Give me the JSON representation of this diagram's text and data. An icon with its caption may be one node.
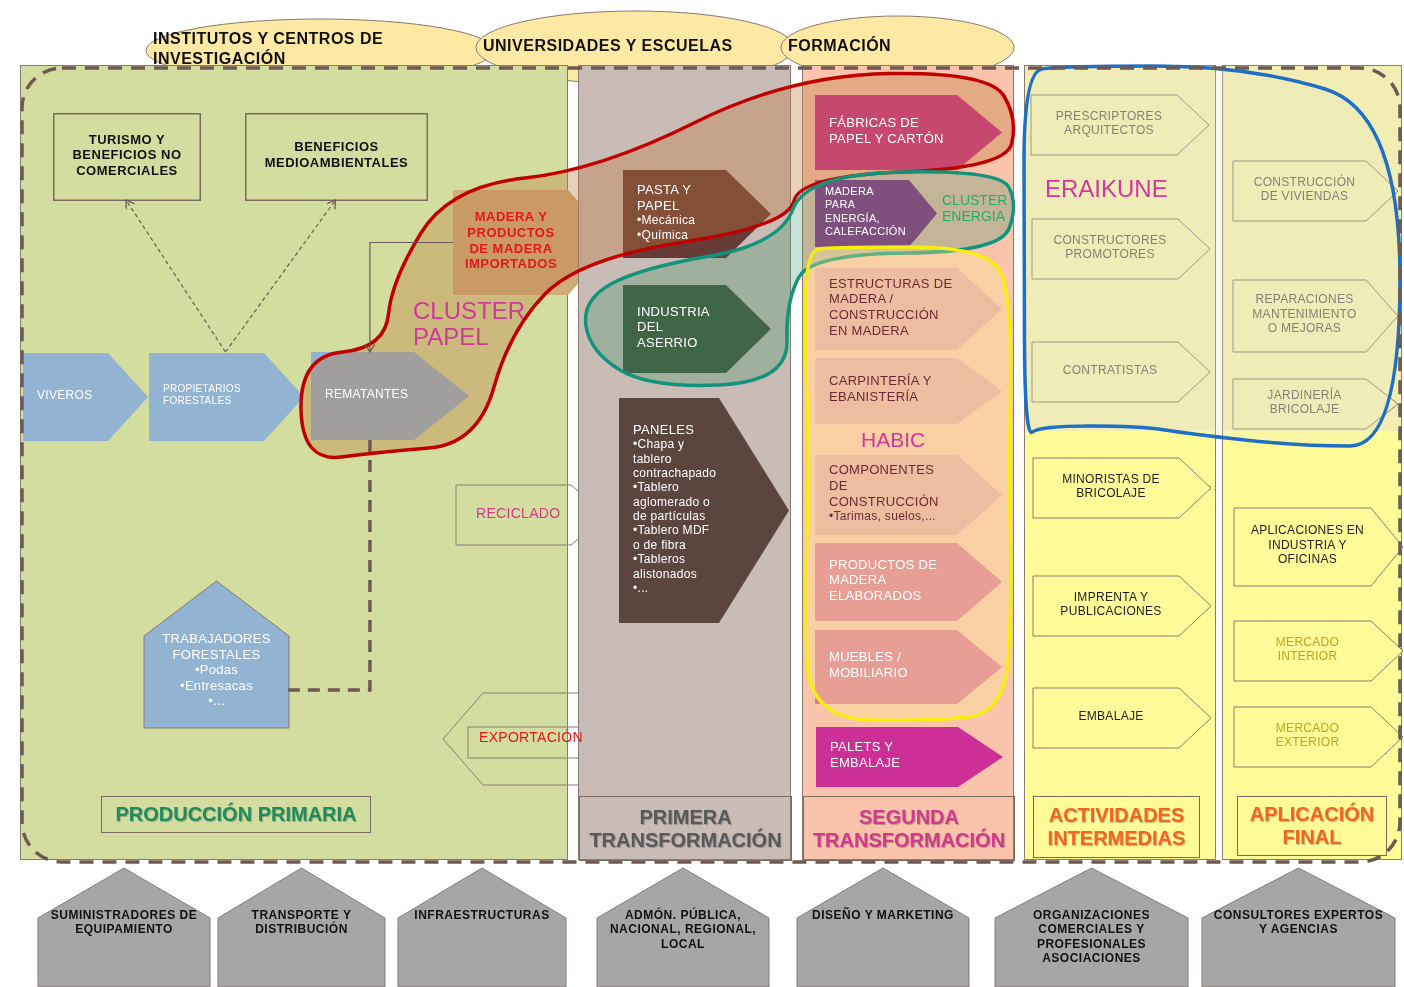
{
  "diagram": {
    "nodes": [
      {
        "text": [
          "INSTITUTOS Y CENTROS DE INVESTIGACIÓN"
        ]
      },
      {
        "text": [
          "UNIVERSIDADES Y ESCUELAS"
        ]
      },
      {
        "text": [
          "FORMACIÓN"
        ]
      },
      {
        "text": [
          "PRODUCCIÓN PRIMARIA"
        ]
      },
      {
        "text": [
          "TURISMO Y BENEFICIOS NO COMERCIALES"
        ],
        "in": 3
      },
      {
        "text": [
          "BENEFICIOS MEDIOAMBIENTALES"
        ],
        "in": 3
      },
      {
        "text": [
          "MADERA Y PRODUCTOS DE MADERA IMPORTADOS"
        ],
        "in": 10
      },
      {
        "text": [
          "VIVEROS"
        ],
        "in": 3
      },
      {
        "text": [
          "PROPIETARIOS FORESTALES"
        ],
        "in": 3
      },
      {
        "text": [
          "REMATANTES"
        ]
      },
      {
        "text": [
          "CLUSTER PAPEL"
        ]
      },
      {
        "text": [
          "RECICLADO"
        ]
      },
      {
        "text": [
          "TRABAJADORES FORESTALES",
          "•Podas",
          "•Entresacas",
          "•..."
        ],
        "in": 3
      },
      {
        "text": [
          "EXPORTACIÓN"
        ]
      },
      {
        "text": [
          "PRIMERA TRANSFORMACIÓN"
        ]
      },
      {
        "text": [
          "PASTA Y PAPEL",
          "•Mecánica",
          "•Química"
        ]
      },
      {
        "text": [
          "INDUSTRIA DEL ASERRIO"
        ]
      },
      {
        "text": [
          "PANELES",
          "•Chapa y tablero contrachapado",
          "•Tablero aglomerado o de partículas",
          "•Tablero MDF o de fibra",
          "•Tableros alistonados",
          "•..."
        ],
        "in": 14
      },
      {
        "text": [
          "CLUSTER ENERGIA"
        ]
      },
      {
        "text": [
          "SEGUNDA TRANSFORMACIÓN"
        ]
      },
      {
        "text": [
          "FÁBRICAS DE PAPEL Y CARTÓN"
        ]
      },
      {
        "text": [
          "MADERA PARA ENERGÍA, CALEFACCIÓN"
        ]
      },
      {
        "text": [
          "ESTRUCTURAS DE MADERA / CONSTRUCCIÓN EN MADERA"
        ],
        "in": 28
      },
      {
        "text": [
          "CARPINTERÍA Y EBANISTERÍA"
        ],
        "in": 28
      },
      {
        "text": [
          "COMPONENTES DE CONSTRUCCIÓN",
          "•Tarimas, suelos,..."
        ],
        "in": 28
      },
      {
        "text": [
          "PRODUCTOS DE MADERA ELABORADOS"
        ],
        "in": 28
      },
      {
        "text": [
          "MUEBLES / MOBILIARIO"
        ],
        "in": 28
      },
      {
        "text": [
          "PALETS Y EMBALAJE"
        ],
        "in": 19
      },
      {
        "text": [
          "HABIC"
        ],
        "in": 19
      },
      {
        "text": [
          "ACTIVIDADES INTERMEDIAS"
        ]
      },
      {
        "text": [
          "PRESCRIPTORES ARQUITECTOS"
        ]
      },
      {
        "text": [
          "CONSTRUCTORES PROMOTORES"
        ]
      },
      {
        "text": [
          "CONTRATISTAS"
        ]
      },
      {
        "text": [
          "MINORISTAS DE BRICOLAJE"
        ],
        "in": 29
      },
      {
        "text": [
          "IMPRENTA Y PUBLICACIONES"
        ],
        "in": 29
      },
      {
        "text": [
          "EMBALAJE"
        ],
        "in": 29
      },
      {
        "text": [
          "ERAIKUNE"
        ]
      },
      {
        "text": [
          "APLICACIÓN FINAL"
        ]
      },
      {
        "text": [
          "CONSTRUCCIÓN DE VIVIENDAS"
        ]
      },
      {
        "text": [
          "REPARACIONES MANTENIMIENTO O MEJORAS"
        ]
      },
      {
        "text": [
          "JARDINERÍA BRICOLAJE"
        ]
      },
      {
        "text": [
          "APLICACIONES EN INDUSTRIA Y OFICINAS"
        ],
        "in": 37
      },
      {
        "text": [
          "MERCADO INTERIOR"
        ],
        "in": 37
      },
      {
        "text": [
          "MERCADO EXTERIOR"
        ],
        "in": 37
      },
      {
        "text": [
          "SUMINISTRADORES DE EQUIPAMIENTO"
        ]
      },
      {
        "text": [
          "TRANSPORTE Y DISTRIBUCIÓN"
        ]
      },
      {
        "text": [
          "INFRAESTRUCTURAS"
        ]
      },
      {
        "text": [
          "ADMÓN. PÚBLICA, NACIONAL, REGIONAL, LOCAL"
        ]
      },
      {
        "text": [
          "DISEÑO Y MARKETING"
        ]
      },
      {
        "text": [
          "ORGANIZACIONES COMERCIALES Y PROFESIONALES ASOCIACIONES"
        ]
      },
      {
        "text": [
          "CONSULTORES EXPERTOS Y AGENCIAS"
        ]
      }
    ],
    "edges": [
      {
        "from": 8,
        "to": 4,
        "arrow": "to",
        "style": "dashed"
      },
      {
        "from": 8,
        "to": 5,
        "arrow": "to",
        "style": "dashed"
      },
      {
        "from": 6,
        "to": 9,
        "arrow": "to"
      },
      {
        "from": 9,
        "to": 12,
        "arrow": "none",
        "style": "dashed"
      }
    ]
  }
}
